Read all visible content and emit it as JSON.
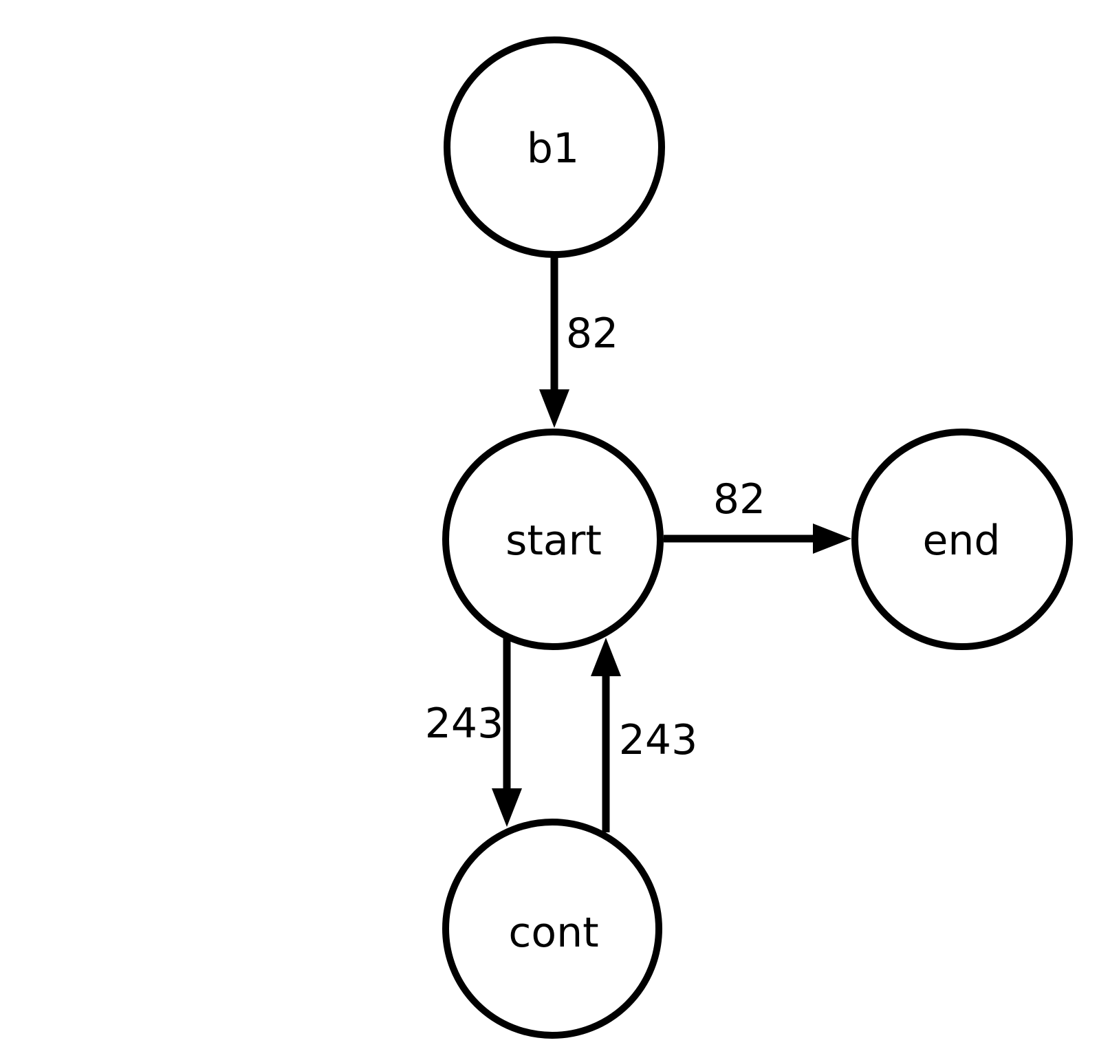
{
  "diagram": {
    "background_color": "#ffffff",
    "stroke_color": "#000000",
    "nodes": [
      {
        "id": "b1",
        "label": "b1"
      },
      {
        "id": "start",
        "label": "start"
      },
      {
        "id": "end",
        "label": "end"
      },
      {
        "id": "cont",
        "label": "cont"
      }
    ],
    "edges": [
      {
        "from": "b1",
        "to": "start",
        "label": "82"
      },
      {
        "from": "start",
        "to": "end",
        "label": "82"
      },
      {
        "from": "start",
        "to": "cont",
        "label": "243"
      },
      {
        "from": "cont",
        "to": "start",
        "label": "243"
      }
    ]
  }
}
